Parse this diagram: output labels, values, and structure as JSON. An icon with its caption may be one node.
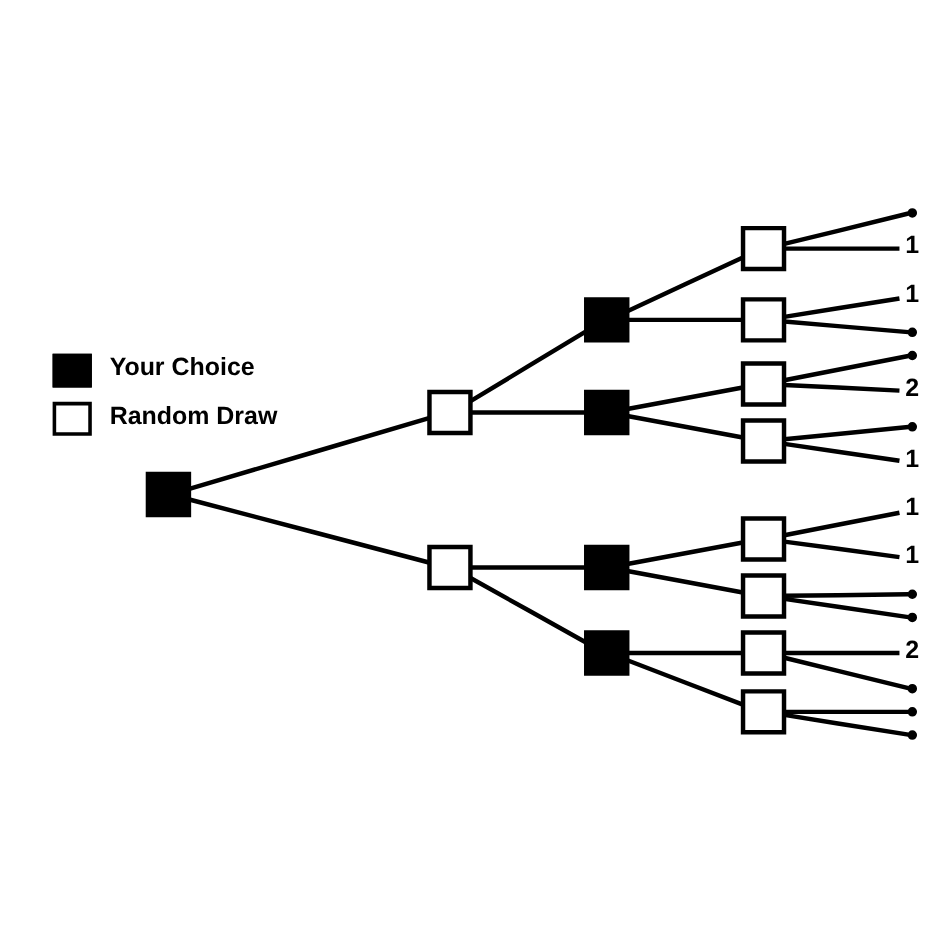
{
  "diagram": {
    "nodes": [
      {
        "text": [],
        "shape": "box"
      },
      {
        "text": [],
        "shape": "box"
      },
      {
        "text": [],
        "shape": "box"
      },
      {
        "text": [],
        "shape": "box"
      },
      {
        "text": [],
        "shape": "box"
      },
      {
        "text": [],
        "shape": "box"
      },
      {
        "text": [],
        "shape": "box"
      },
      {
        "text": [],
        "shape": "box"
      },
      {
        "text": [],
        "shape": "box"
      },
      {
        "text": [],
        "shape": "box"
      },
      {
        "text": [],
        "shape": "box"
      },
      {
        "text": [],
        "shape": "box"
      },
      {
        "text": [],
        "shape": "box"
      },
      {
        "text": [],
        "shape": "box"
      },
      {
        "text": [],
        "shape": "box"
      },
      {
        "text": [],
        "shape": "point"
      },
      {
        "text": [
          "1"
        ]
      },
      {
        "text": [
          "1"
        ]
      },
      {
        "text": [],
        "shape": "point"
      },
      {
        "text": [],
        "shape": "point"
      },
      {
        "text": [
          "2"
        ]
      },
      {
        "text": [],
        "shape": "point"
      },
      {
        "text": [
          "1"
        ]
      },
      {
        "text": [
          "1"
        ]
      },
      {
        "text": [
          "1"
        ]
      },
      {
        "text": [],
        "shape": "point"
      },
      {
        "text": [],
        "shape": "point"
      },
      {
        "text": [
          "2"
        ]
      },
      {
        "text": [],
        "shape": "point"
      },
      {
        "text": [],
        "shape": "point"
      },
      {
        "text": [],
        "shape": "point"
      }
    ],
    "edges": [
      {
        "from": 0,
        "to": 1,
        "arrow": "none"
      },
      {
        "from": 0,
        "to": 2,
        "arrow": "none"
      },
      {
        "from": 1,
        "to": 3,
        "arrow": "none"
      },
      {
        "from": 1,
        "to": 4,
        "arrow": "none"
      },
      {
        "from": 2,
        "to": 5,
        "arrow": "none"
      },
      {
        "from": 2,
        "to": 6,
        "arrow": "none"
      },
      {
        "from": 3,
        "to": 7,
        "arrow": "none"
      },
      {
        "from": 3,
        "to": 8,
        "arrow": "none"
      },
      {
        "from": 4,
        "to": 9,
        "arrow": "none"
      },
      {
        "from": 4,
        "to": 10,
        "arrow": "none"
      },
      {
        "from": 5,
        "to": 11,
        "arrow": "none"
      },
      {
        "from": 5,
        "to": 12,
        "arrow": "none"
      },
      {
        "from": 6,
        "to": 13,
        "arrow": "none"
      },
      {
        "from": 6,
        "to": 14,
        "arrow": "none"
      },
      {
        "from": 7,
        "to": 15,
        "arrow": "none"
      },
      {
        "from": 7,
        "to": 16,
        "arrow": "none"
      },
      {
        "from": 8,
        "to": 17,
        "arrow": "none"
      },
      {
        "from": 8,
        "to": 18,
        "arrow": "none"
      },
      {
        "from": 9,
        "to": 19,
        "arrow": "none"
      },
      {
        "from": 9,
        "to": 20,
        "arrow": "none"
      },
      {
        "from": 10,
        "to": 21,
        "arrow": "none"
      },
      {
        "from": 10,
        "to": 22,
        "arrow": "none"
      },
      {
        "from": 11,
        "to": 23,
        "arrow": "none"
      },
      {
        "from": 11,
        "to": 24,
        "arrow": "none"
      },
      {
        "from": 12,
        "to": 25,
        "arrow": "none"
      },
      {
        "from": 12,
        "to": 26,
        "arrow": "none"
      },
      {
        "from": 13,
        "to": 27,
        "arrow": "none"
      },
      {
        "from": 13,
        "to": 28,
        "arrow": "none"
      },
      {
        "from": 14,
        "to": 29,
        "arrow": "none"
      },
      {
        "from": 14,
        "to": 30,
        "arrow": "none"
      }
    ],
    "legend": [
      {
        "text": "Your Choice",
        "color": "#000000"
      },
      {
        "text": "Random Draw",
        "color": "#ffffff"
      }
    ]
  }
}
